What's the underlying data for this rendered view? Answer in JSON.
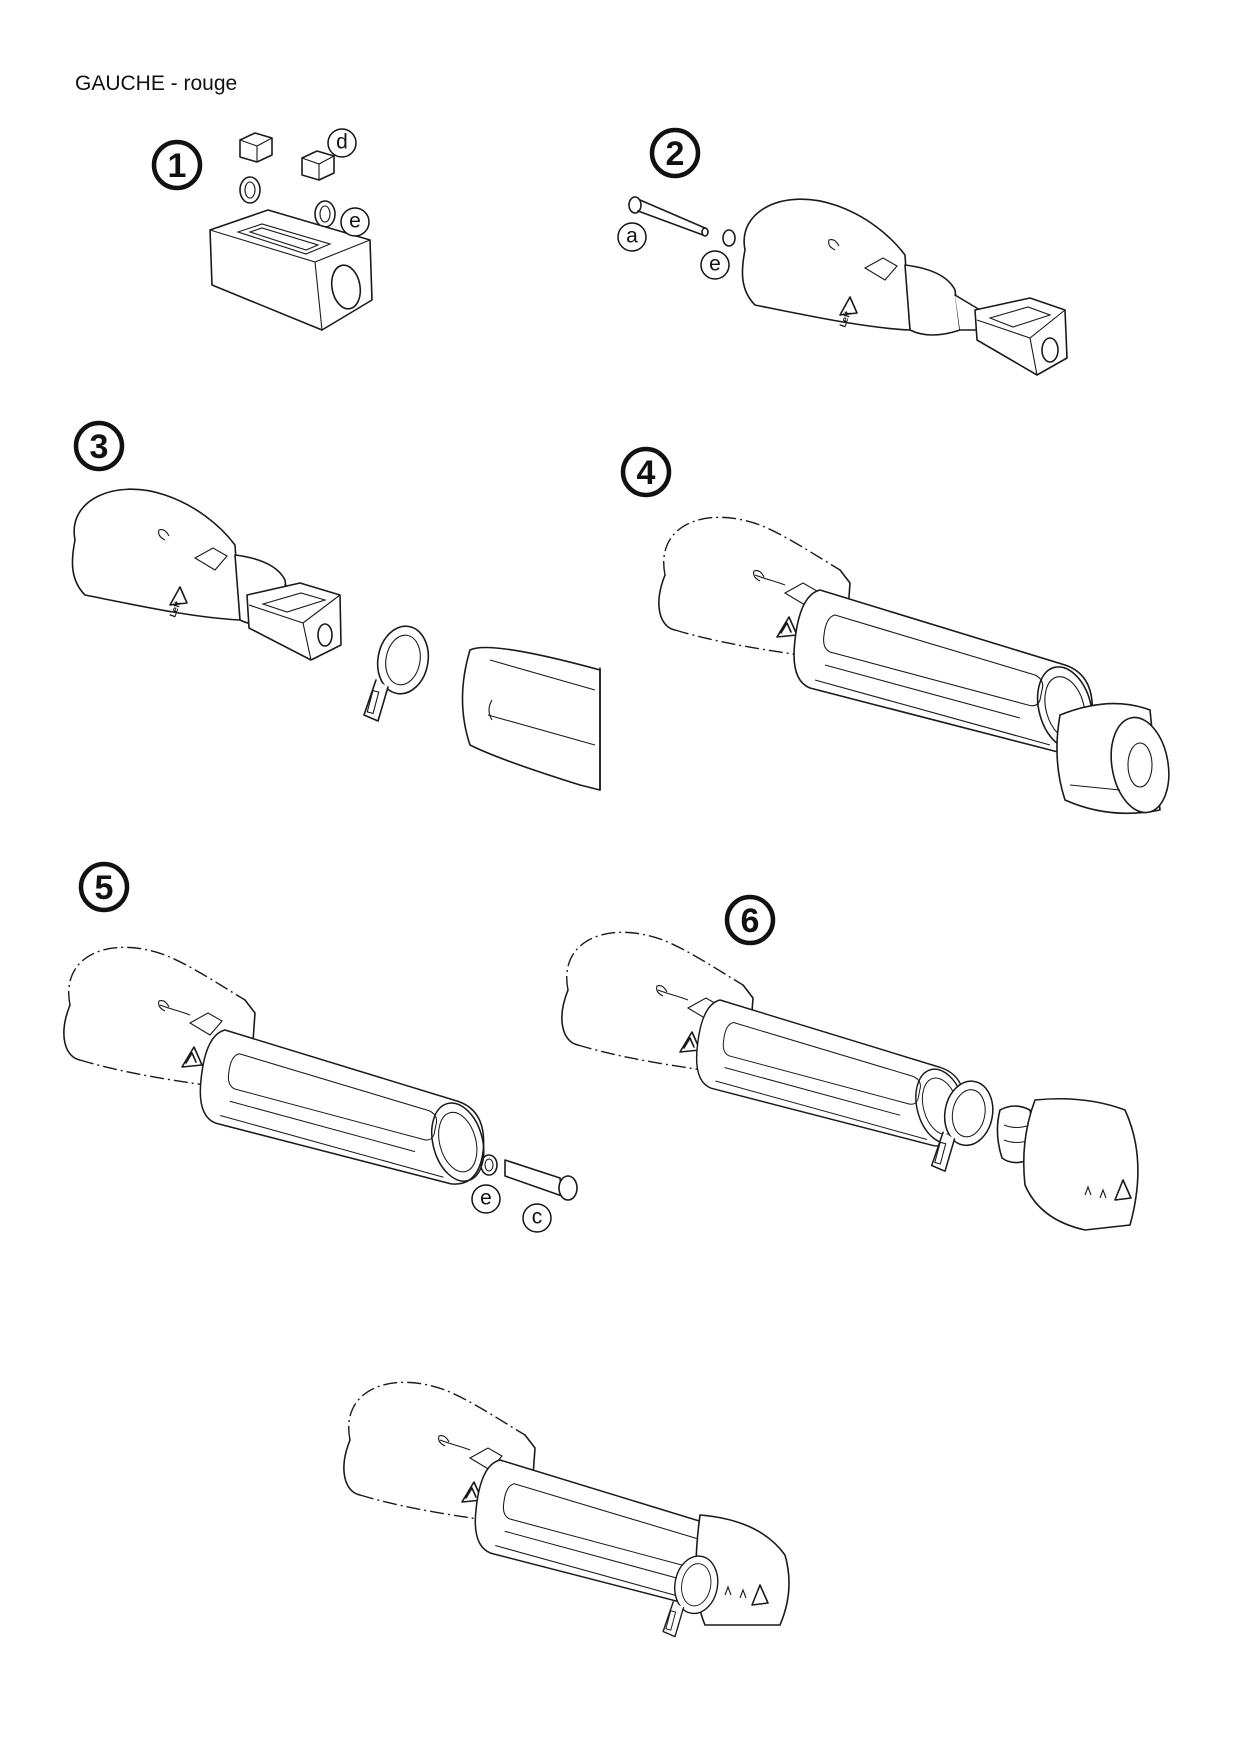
{
  "header": {
    "title": "GAUCHE - rouge"
  },
  "steps": [
    {
      "number": "1",
      "callouts": [
        "d",
        "e"
      ]
    },
    {
      "number": "2",
      "callouts": [
        "a",
        "e"
      ]
    },
    {
      "number": "3",
      "callouts": []
    },
    {
      "number": "4",
      "callouts": []
    },
    {
      "number": "5",
      "callouts": [
        "e",
        "c"
      ]
    },
    {
      "number": "6",
      "callouts": []
    }
  ],
  "logo_text": "Left"
}
